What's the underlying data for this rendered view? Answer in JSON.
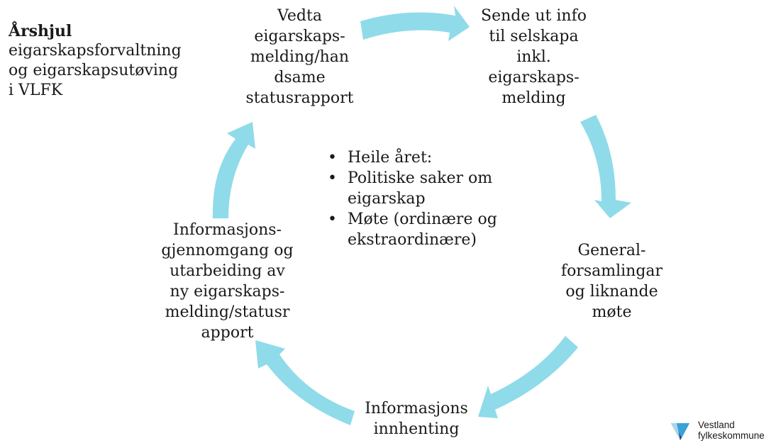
{
  "title": "Årshjul",
  "subtitle": "eigarskapsforvaltning\nog eigarskapsutøving\ni VLFK",
  "cycle": {
    "node_top": "Vedta\neigarskaps-\nmelding/han\ndsame\nstatusrapport",
    "node_right": "Sende ut info\ntil selskapa\ninkl.\neigarskaps-\nmelding",
    "node_general": "General-\nforsamlingar\nog liknande\nmøte",
    "node_bottom": "Informasjons\ninnhenting",
    "node_left": "Informasjons-\ngjennomgang og\nutarbeiding av\nny eigarskaps-\nmelding/statusr\napport"
  },
  "center": {
    "items": [
      "Heile året:",
      "Politiske saker om eigarskap",
      "Møte (ordinære og ekstraordinære)"
    ]
  },
  "logo": {
    "text": "Vestland\nfylkeskommune",
    "colors": {
      "dark": "#1f3a5c",
      "blue": "#3aa2d8",
      "light": "#a8d6ef"
    }
  },
  "arrow_color": "#8fdbea"
}
